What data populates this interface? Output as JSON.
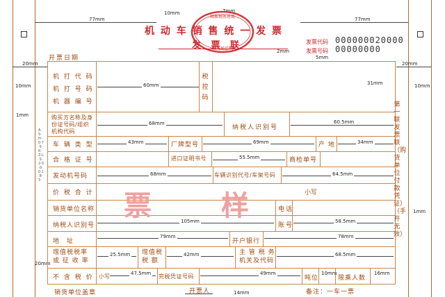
{
  "top_dims": {
    "left": "77mm",
    "seal_gap": "10mm",
    "center": "7mm",
    "right": "77mm",
    "code_gap": "2mm",
    "code_gap2": "5mm"
  },
  "title": {
    "line1": "机 动 车 销 售 统 一 发 票",
    "line2": "发 票 联"
  },
  "seal_text": "税务局监制",
  "invoice": {
    "code_label": "发票代码",
    "code_value": "000000020000",
    "number_label": "发票号码",
    "number_value": "00000000"
  },
  "issue_date_label": "开票日期",
  "side_dims": {
    "left_20": "20mm",
    "left_10": "10mm",
    "left_1": "1mm",
    "right_20": "20mm",
    "right_10": "10mm",
    "right_31": "31mm",
    "right_1": "1mm",
    "left_20b": "20mm"
  },
  "left_margin_text": "A·S·H·0·7·5·R·Z·L·S·2·0·0·0·1·8·3",
  "rows": {
    "r1_labels": [
      "机 打 代 码",
      "机 打 号 码",
      "机 器 编 号"
    ],
    "r1_dim": "60mm",
    "tax_control": "税控码",
    "r2_label": "购买方名称及身份证号码/组织机构代码",
    "r2_dim": "68mm",
    "r2_taxid": "纳税人识别号",
    "r2_dim2": "60.5mm",
    "r3_label": "车 辆 类 型",
    "r3_dim": "43mm",
    "r3_brand": "厂牌型号",
    "r3_dim2": "69mm",
    "r3_origin": "产 地",
    "r3_dim3": "34mm",
    "r4_label": "合 格 证 号",
    "r4_import": "进口证明书号",
    "r4_dim": "55.5mm",
    "r4_inspect": "商检单号",
    "r5_label": "发动机号码",
    "r5_dim": "68mm",
    "r5_vin": "车辆识别代号/车架号码",
    "r5_dim2": "64.5mm",
    "r6_label": "价 税 合 计",
    "r6_small": "小写",
    "r7_label": "销货单位名称",
    "r7_phone": "电话",
    "r8_label": "纳税人识别号",
    "r8_dim": "105mm",
    "r8_account": "账号",
    "r8_dim2": "58.5mm",
    "r9_label": "地    址",
    "r9_dim": "79mm",
    "r9_bank": "开户银行",
    "r9_dim2": "78mm",
    "r10_vat": [
      "增值税税率",
      "或 征 收 率"
    ],
    "r10_dim": "25.5mm",
    "r10_amount": [
      "增值税",
      "税 额"
    ],
    "r10_dim2": "42mm",
    "r10_authority": [
      "主 管 税 务",
      "机关及代码"
    ],
    "r10_dim3": "68.5mm",
    "r11_label": "不 含 税 价",
    "r11_small": "小写",
    "r11_dim": "47.5mm",
    "r11_cert": "完税凭证号码",
    "r11_dim2": "49mm",
    "r11_tonnage": "吨位",
    "r11_dim3": "10mm",
    "r11_passengers": "限乘人数",
    "r11_dim4": "16mm"
  },
  "watermark": {
    "left": "票",
    "right": "样"
  },
  "footer": {
    "seal": "销货单位盖章",
    "issuer": "开票人",
    "dim": "14mm",
    "note": "备注：一车一票"
  },
  "right_side_text": "第一联 发票联（购货单位付款凭证）（手开无效）"
}
